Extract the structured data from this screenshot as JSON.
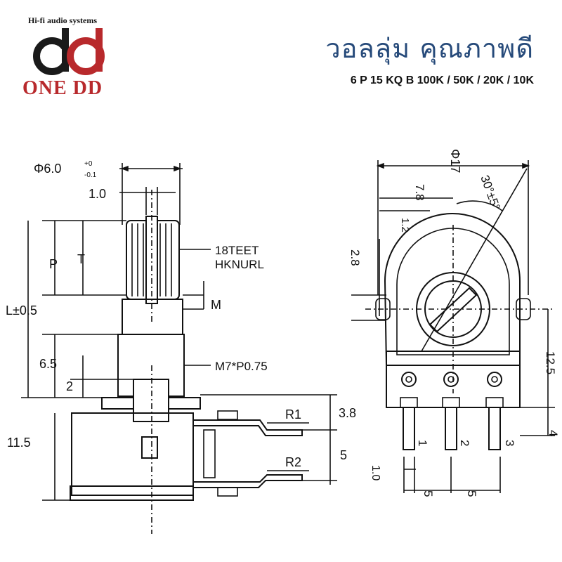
{
  "brand": {
    "tagline": "Hi-fi audio systems",
    "name": "ONE DD",
    "logo_letters": "dd",
    "colors": {
      "red": "#b8292c",
      "dark": "#1a1a1a",
      "accent": "#264a7a"
    }
  },
  "header": {
    "title": "วอลลุ่ม คุณภาพดี",
    "subtitle": "6 P 15 KQ B 100K / 50K / 20K / 10K"
  },
  "side_view": {
    "shaft_dia": "Φ6.0",
    "tol_plus": "+0",
    "tol_minus": "-0.1",
    "dim_1_0": "1.0",
    "p": "P",
    "t": "T",
    "knurl_line1": "18TEET",
    "knurl_line2": "HKNURL",
    "m": "M",
    "l": "L±0.5",
    "dim_6_5": "6.5",
    "thread": "M7*P0.75",
    "dim_2": "2",
    "dim_11_5": "11.5",
    "r1": "R1",
    "r2": "R2",
    "dim_3_8": "3.8",
    "dim_5": "5"
  },
  "front_view": {
    "dia17": "Φ17",
    "dim_7_8": "7.8",
    "dim_1_2": "1.2",
    "angle": "30°±5°",
    "dim_2_8": "2.8",
    "dim_12_5": "12.5",
    "dim_4": "4",
    "pin1": "1",
    "pin2": "2",
    "pin3": "3",
    "dim_1_0": "1.0",
    "pitch_a": "5",
    "pitch_b": "5"
  }
}
